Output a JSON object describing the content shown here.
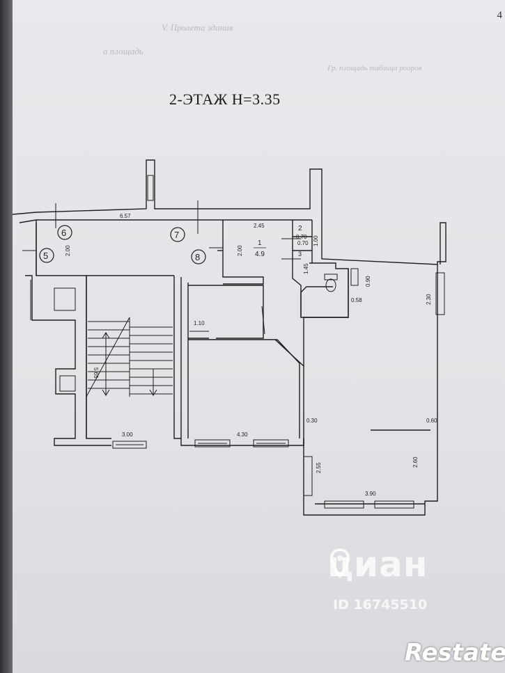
{
  "page_number": "4",
  "header_lines": [
    "V. Пролета здания",
    "а площадь",
    "Гр. площадь таблица рооров"
  ],
  "title": "2-ЭТАЖ  Н=3.35",
  "room_numbers": [
    "5",
    "6",
    "7",
    "8"
  ],
  "room_labels": {
    "r1_num": "1",
    "r1_area": "4.9",
    "r2": "2",
    "r3": "3"
  },
  "dimensions": {
    "d_657": "6.57",
    "d_200a": "2.00",
    "d_245": "2.45",
    "d_200b": "2.00",
    "d_100": "1.00",
    "d_070a": "0.70",
    "d_070b": "0.70",
    "d_145": "1.45",
    "d_090": "0.90",
    "d_058": "0.58",
    "d_230": "2.30",
    "d_110": "1.10",
    "d_565": "5.65",
    "d_300": "3.00",
    "d_430": "4.30",
    "d_030": "0.30",
    "d_060": "0.60",
    "d_255": "2.55",
    "d_260": "2.60",
    "d_390": "3.90"
  },
  "watermarks": {
    "cian": "циан",
    "cian_id": "ID 16745510",
    "restate": "Restate"
  },
  "colors": {
    "line": "#1e1e1e",
    "paper": "#e4e5e8"
  }
}
